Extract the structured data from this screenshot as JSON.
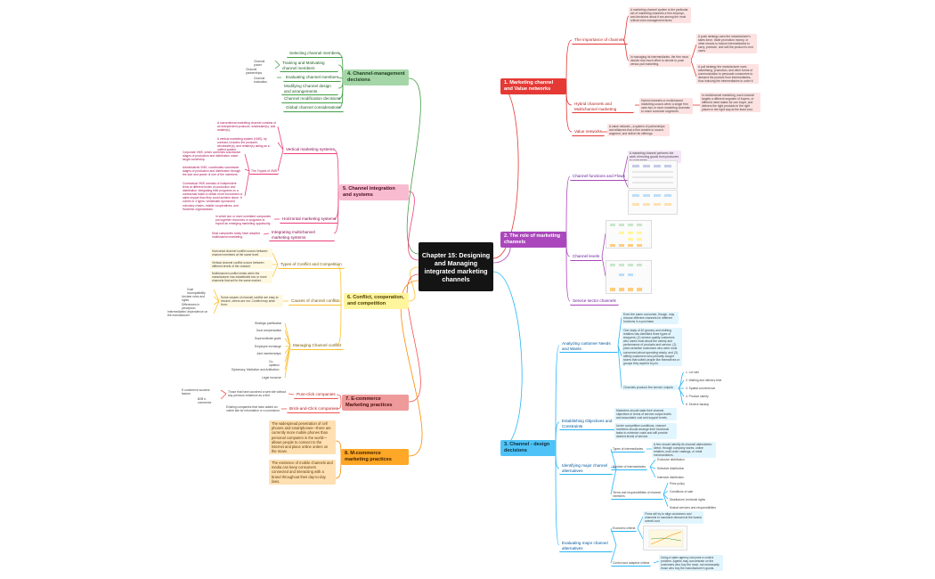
{
  "center": {
    "title": "Chapter 15: Designing and Managing integrated marketing channels"
  },
  "colors": {
    "c1": "#e53935",
    "c2": "#ab47bc",
    "c3": "#29b6f6",
    "c4": "#43a047",
    "c5": "#ec407a",
    "c6": "#fbc02d",
    "c7": "#ef5350",
    "c8": "#fb8c00"
  },
  "b1": {
    "title": "1. Marketing channel and Value networks",
    "importance": "The importance of channels",
    "imp_leaf1": "A marketing channel system is the particular set of marketing channels a firm employs, and decisions about it are among the most critical ones management faces.",
    "imp_leaf2": "In managing its intermediaries, the firm must decide how much effort to devote to push versus pull marketing.",
    "push": "A push strategy uses the manufacturer's sales force, trade promotion money, or other means to induce intermediaries to carry, promote, and sell the product to end users.",
    "pull": "A pull strategy the manufacturer uses advertising, promotion, and other forms of communication to persuade consumers to demand the product from intermediaries, thus inducing the intermediaries to order it.",
    "hybrid": "Hybrid channels and Multichannel marketing",
    "hybrid_leaf": "Hybrid channels or multichannel marketing occurs when a single firm uses two or more marketing channels to reach customer segments.",
    "hybrid_leaf2": "In multichannel marketing, each channel targets a different segment of buyers, or different need states for one buyer, and delivers the right products in the right places in the right way at the least cost.",
    "value": "Value networks",
    "value_leaf": "A value network—a system of partnerships and alliances that a firm creates to source, augment, and deliver its offerings."
  },
  "b2": {
    "title": "2. The role of marketing channels",
    "functions": "Channel functions and Flows",
    "functions_leaf": "A marketing channel performs the work of moving goods from producers to consumers.",
    "levels": "Channel levels",
    "service": "Service sector channels"
  },
  "b3": {
    "title": "3. Channel - design decisions",
    "analyzing": "Analyzing customer Needs and Wants",
    "an_leaf1": "Even the same consumer, though, may choose different channels for different functions in a purchase.",
    "an_leaf2": "One study of 40 grocery and clothing retailers has identified three types of shoppers: (1) service-quality customers who cared most about the variety and performance of products and service, (2) price-sensitive customers who were most concerned about spending wisely, and (3) affinity customers who primarily sought stores that suited people like themselves or groups they aspired to join.",
    "an_leaf3": "Channels produce five service outputs",
    "outputs": [
      "1. Lot size",
      "2. Waiting and delivery time",
      "3. Spatial convenience",
      "4. Product variety",
      "5. Service backup"
    ],
    "establishing": "Establishing Objectives and Constraints",
    "est_leaf1": "Marketers should state their channel objectives in terms of service output levels and associated cost and support levels.",
    "est_leaf2": "Under competitive conditions, channel members should arrange their functional tasks to minimize costs and still provide desired levels of service.",
    "identifying": "Identifying major channel alternatives",
    "types": "Types of intermediaries",
    "types_leaf": "A firm should identify its channel alternatives: direct, through company stores, online retailers, mail order catalogs, or retail merchandisers.",
    "number": "Number of intermediaries",
    "number_items": [
      "Exclusive distribution",
      "Selective distribution",
      "Intensive distribution"
    ],
    "terms": "Terms and responsibilities of channel members",
    "terms_items": [
      "Price policy",
      "Conditions of sale",
      "Distributors' territorial rights",
      "Mutual services and responsibilities"
    ],
    "evaluating": "Evaluating major channel alternatives",
    "economic": "Economic criteria",
    "economic_leaf": "Firms will try to align customers and channels to maximize demand at the lowest overall cost.",
    "control": "Control and adaptive criteria",
    "control_leaf": "Using a sales agency can pose a control problem. Agents may concentrate on the customers who buy the most, not necessarily those who buy the manufacturer's goods."
  },
  "b4": {
    "title": "4. Channel-management decisions",
    "items": [
      "Selecting channel members",
      "Training and Motivating channel members",
      "Evaluating channel members",
      "Modifying Channel design and arrangements",
      "Channel modification decisions",
      "Global channel considerations"
    ],
    "train_leaves": [
      "Channel power",
      "Channel partnerships"
    ],
    "eval_leaf": "Channel evaluation"
  },
  "b5": {
    "title": "5. Channel integration and systems",
    "vertical": "Vertical marketing systems",
    "v_leaf1": "A conventional marketing channel consists of an independent producer, wholesaler(s), and retailer(s).",
    "v_leaf2": "A vertical marketing system (VMS), by contrast, includes the producer, wholesaler(s), and retailer(s) acting as a unified system.",
    "types3": "The 3 types of VMS",
    "corporate": "Corporate VMS, which combines successive stages of production and distribution under single ownership.",
    "administered": "Administered VMS, coordinates successive stages of production and distribution through the size and power of one of the members.",
    "contractual": "Contractual VMS consists of independent firms at different levels of production and distribution, integrating their programs on a contractual basis to obtain more economies or sales impact than they could achieve alone. It comes in 3 types: wholesaler-sponsored voluntary chains, retailer cooperatives, and franchise organizations.",
    "horizontal": "Horizontal marketing systems",
    "h_leaf": "In which two or more unrelated companies put together resources or programs to exploit an emerging marketing opportunity.",
    "integrating": "Integrating multichannel marketing systems",
    "i_leaf": "Most companies today have adopted multichannel marketing."
  },
  "b6": {
    "title": "6. Conflict, cooperation, and competition",
    "types": "Types of Conflict and Competition",
    "t_leaf1": "Horizontal channel conflict occurs between channel members at the same level.",
    "t_leaf2": "Vertical channel conflict occurs between different levels of the channel.",
    "t_leaf3": "Multichannel conflict exists when the manufacturer has established two or more channels that sell to the same market.",
    "causes": "Causes of channel conflict",
    "causes_leaf": "Some causes of channel conflict are easy to resolve, others are not. Conflict may arise from:",
    "causes_items": [
      "Goal incompatibility",
      "Unclear roles and rights",
      "Differences in perception",
      "Intermediaries' dependence on the manufacturer"
    ],
    "managing": "Managing Channel conflict",
    "managing_items": [
      "Strategic justification",
      "Dual compensation",
      "Superordinate goals",
      "Employee exchange",
      "Joint memberships",
      "Co-optation",
      "Diplomacy, Mediation and Arbitration",
      "Legal recourse"
    ]
  },
  "b7": {
    "title": "7. E-commerce Marketing practices",
    "pure": "Pure-click companies",
    "pure_leaf": "Those that have launched a web site without any previous existence as a firm.",
    "pure_items": [
      "E-commerce success factors",
      "B2B e-commerce"
    ],
    "brick": "Brick-and-Click companies",
    "brick_leaf": "Existing companies that have added an online site for information or e-commerce."
  },
  "b8": {
    "title": "8. M-commerce marketing practices",
    "leaf1": "The widespread penetration of cell phones and smartphones—there are currently more mobile phones than personal computers in the world—allows people to connect to the Internet and place online orders on the move.",
    "leaf2": "The existence of mobile channels and media can keep consumers connected and interacting with a brand throughout their day-to-day lives."
  }
}
